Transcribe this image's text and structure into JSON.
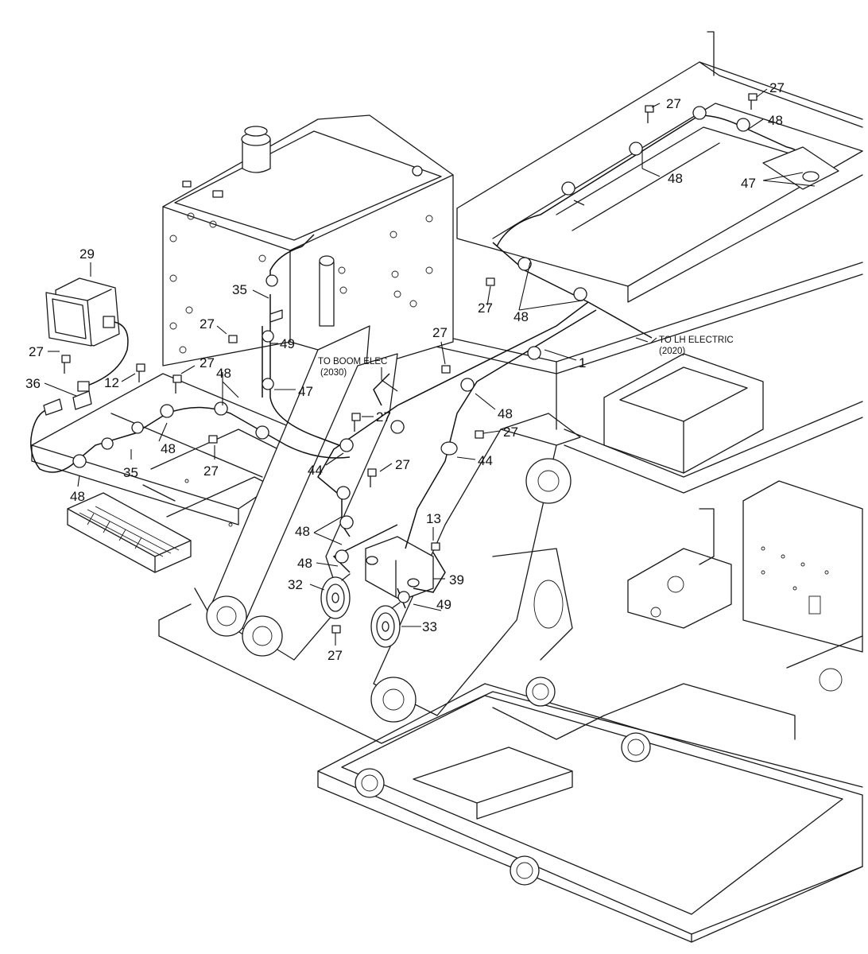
{
  "part_labels": {
    "l1": "1",
    "l12": "12",
    "l13": "13",
    "l27": "27",
    "l29": "29",
    "l32": "32",
    "l33": "33",
    "l35": "35",
    "l36": "36",
    "l39": "39",
    "l44": "44",
    "l47": "47",
    "l48": "48",
    "l49": "49"
  },
  "notes": {
    "boom_title": "TO BOOM ELEC",
    "boom_code": "(2030)",
    "lh_title": "TO LH ELECTRIC",
    "lh_code": "(2020)"
  }
}
